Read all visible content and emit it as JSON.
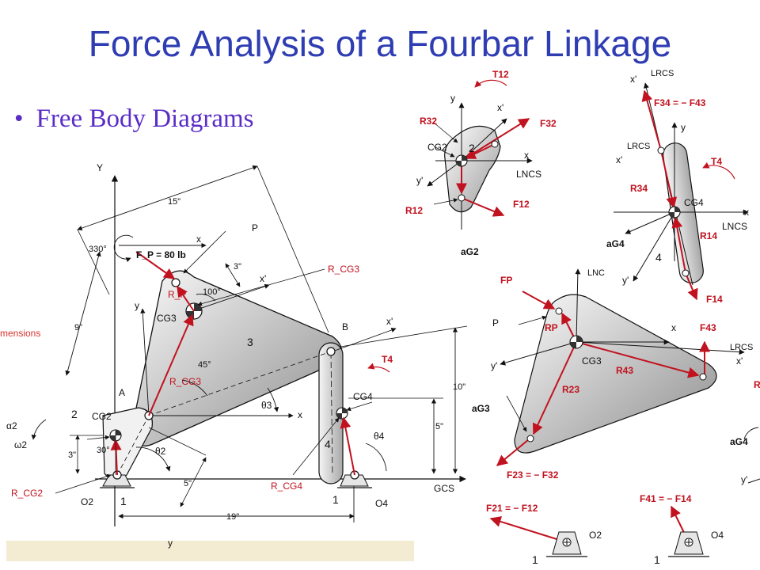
{
  "title": "Force Analysis of a Fourbar Linkage",
  "bullet": "Free Body Diagrams",
  "colors": {
    "title": "#2f3db3",
    "bullet": "#5a2dc7",
    "force": "#c1121f",
    "footer": "#f4ecd2"
  },
  "left_diagram": {
    "axis_Y": "Y",
    "axis_x": "x",
    "axis_y": "y",
    "axis_xp": "x'",
    "axis_y_bottom": "y",
    "angle_330": "330°",
    "point_P": "P",
    "force_FP": "F_P = 80 lb",
    "R_P": "R_P",
    "R_CG3_top": "R_CG3",
    "R_CG3": "R_CG3",
    "R_CG2": "R_CG2",
    "R_CG4": "R_CG4",
    "CG2": "CG2",
    "CG3": "CG3",
    "CG4": "CG4",
    "angle_100": "100°",
    "angle_45": "45°",
    "angle_30": "30°",
    "theta2": "θ2",
    "theta3": "θ3",
    "theta4": "θ4",
    "alpha2": "α2",
    "omega2": "ω2",
    "T4": "T4",
    "link2": "2",
    "link3": "3",
    "link4": "4",
    "ground1a": "1",
    "ground1b": "1",
    "A": "A",
    "B": "B",
    "O2": "O2",
    "O4": "O4",
    "GCS": "GCS",
    "dim_15": "15\"",
    "dim_3a": "3\"",
    "dim_9": "9\"",
    "dim_3b": "3\"",
    "dim_5a": "5\"",
    "dim_19": "19\"",
    "dim_10": "10\"",
    "dim_5b": "5\"",
    "dimensions_partial": "mensions"
  },
  "link2_fbd": {
    "T12": "T12",
    "y": "y",
    "xp": "x'",
    "R32": "R32",
    "F32": "F32",
    "CG2": "CG2",
    "num": "2",
    "x": "x",
    "LNCS": "LNCS",
    "yp": "y'",
    "R12": "R12",
    "F12": "F12",
    "aG2": "aG2"
  },
  "link4_fbd": {
    "xp_top": "x'",
    "LRCS_top": "LRCS",
    "F34_eq": "F34 = − F43",
    "y": "y",
    "LRCS": "LRCS",
    "xp": "x'",
    "T4": "T4",
    "R34": "R34",
    "CG4": "CG4",
    "x": "x",
    "LNCS": "LNCS",
    "R14": "R14",
    "aG4": "aG4",
    "num": "4",
    "yp": "y'",
    "F14": "F14"
  },
  "link3_fbd": {
    "FP": "FP",
    "LNCS_partial": "LNC",
    "P": "P",
    "RP": "RP",
    "x": "x",
    "F43": "F43",
    "LRCS": "LRCS",
    "yp": "y'",
    "CG3": "CG3",
    "xp": "x'",
    "R43": "R43",
    "R23": "R23",
    "aG3": "aG3",
    "F23_eq": "F23 = − F32"
  },
  "right_edge": {
    "aG4": "aG4",
    "yp": "y'"
  },
  "ground_fbd": {
    "F21_eq": "F21 = − F12",
    "F41_eq": "F41 = − F14",
    "O2": "O2",
    "O4": "O4",
    "g1": "1",
    "g2": "1"
  }
}
